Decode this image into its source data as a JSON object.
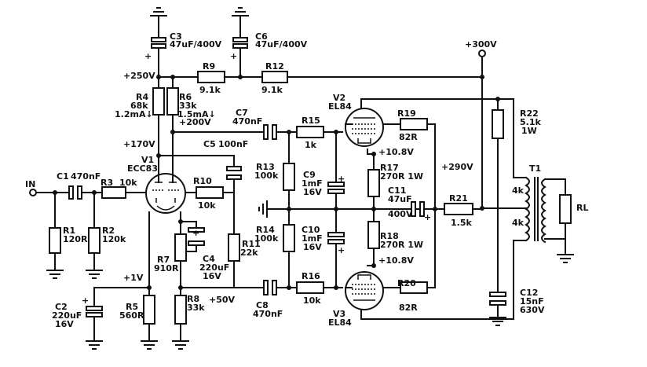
{
  "input_label": "IN",
  "load_label": "RL",
  "supply_label": "+300V",
  "resistors": {
    "R1": {
      "name": "R1",
      "value": "120R"
    },
    "R2": {
      "name": "R2",
      "value": "120k"
    },
    "R3": {
      "name": "R3",
      "value": "10k"
    },
    "R4": {
      "name": "R4",
      "value": "68k",
      "note": "1.2mA↓"
    },
    "R5": {
      "name": "R5",
      "value": "560R"
    },
    "R6": {
      "name": "R6",
      "value": "33k",
      "note": "1.5mA↓"
    },
    "R7": {
      "name": "R7",
      "value": "910R"
    },
    "R8": {
      "name": "R8",
      "value": "33k"
    },
    "R9": {
      "name": "R9",
      "value": "9.1k"
    },
    "R10": {
      "name": "R10",
      "value": "10k"
    },
    "R11": {
      "name": "R11",
      "value": "22k"
    },
    "R12": {
      "name": "R12",
      "value": "9.1k"
    },
    "R13": {
      "name": "R13",
      "value": "100k"
    },
    "R14": {
      "name": "R14",
      "value": "100k"
    },
    "R15": {
      "name": "R15",
      "value": "1k"
    },
    "R16": {
      "name": "R16",
      "value": "10k"
    },
    "R17": {
      "name": "R17",
      "value": "270R 1W"
    },
    "R18": {
      "name": "R18",
      "value": "270R 1W"
    },
    "R19": {
      "name": "R19",
      "value": "82R"
    },
    "R20": {
      "name": "R20",
      "value": "82R"
    },
    "R21": {
      "name": "R21",
      "value": "1.5k"
    },
    "R22": {
      "name": "R22",
      "value": "5.1k",
      "note": "1W"
    }
  },
  "capacitors": {
    "C1": {
      "name": "C1",
      "value": "470nF"
    },
    "C2": {
      "name": "C2",
      "value": "220uF",
      "note": "16V"
    },
    "C3": {
      "name": "C3",
      "value": "47uF/400V"
    },
    "C4": {
      "name": "C4",
      "value": "220uF",
      "note": "16V"
    },
    "C5": {
      "name": "C5",
      "value": "100nF"
    },
    "C6": {
      "name": "C6",
      "value": "47uF/400V"
    },
    "C7": {
      "name": "C7",
      "value": "470nF"
    },
    "C8": {
      "name": "C8",
      "value": "470nF"
    },
    "C9": {
      "name": "C9",
      "value": "1mF",
      "note": "16V"
    },
    "C10": {
      "name": "C10",
      "value": "1mF",
      "note": "16V"
    },
    "C11": {
      "name": "C11",
      "value": "47uF",
      "note": "400V"
    },
    "C12": {
      "name": "C12",
      "value": "15nF",
      "note": "630V"
    }
  },
  "tubes": {
    "V1": {
      "name": "V1",
      "type": "ECC83"
    },
    "V2": {
      "name": "V2",
      "type": "EL84"
    },
    "V3": {
      "name": "V3",
      "type": "EL84"
    }
  },
  "transformer": {
    "name": "T1",
    "tap_top": "4k",
    "tap_bottom": "4k"
  },
  "voltages": {
    "v250": "+250V",
    "v200": "+200V",
    "v170": "+170V",
    "v1": "+1V",
    "v50": "+50V",
    "v290": "+290V",
    "v108_top": "+10.8V",
    "v108_bot": "+10.8V"
  },
  "polarity": {
    "plus": "+"
  }
}
